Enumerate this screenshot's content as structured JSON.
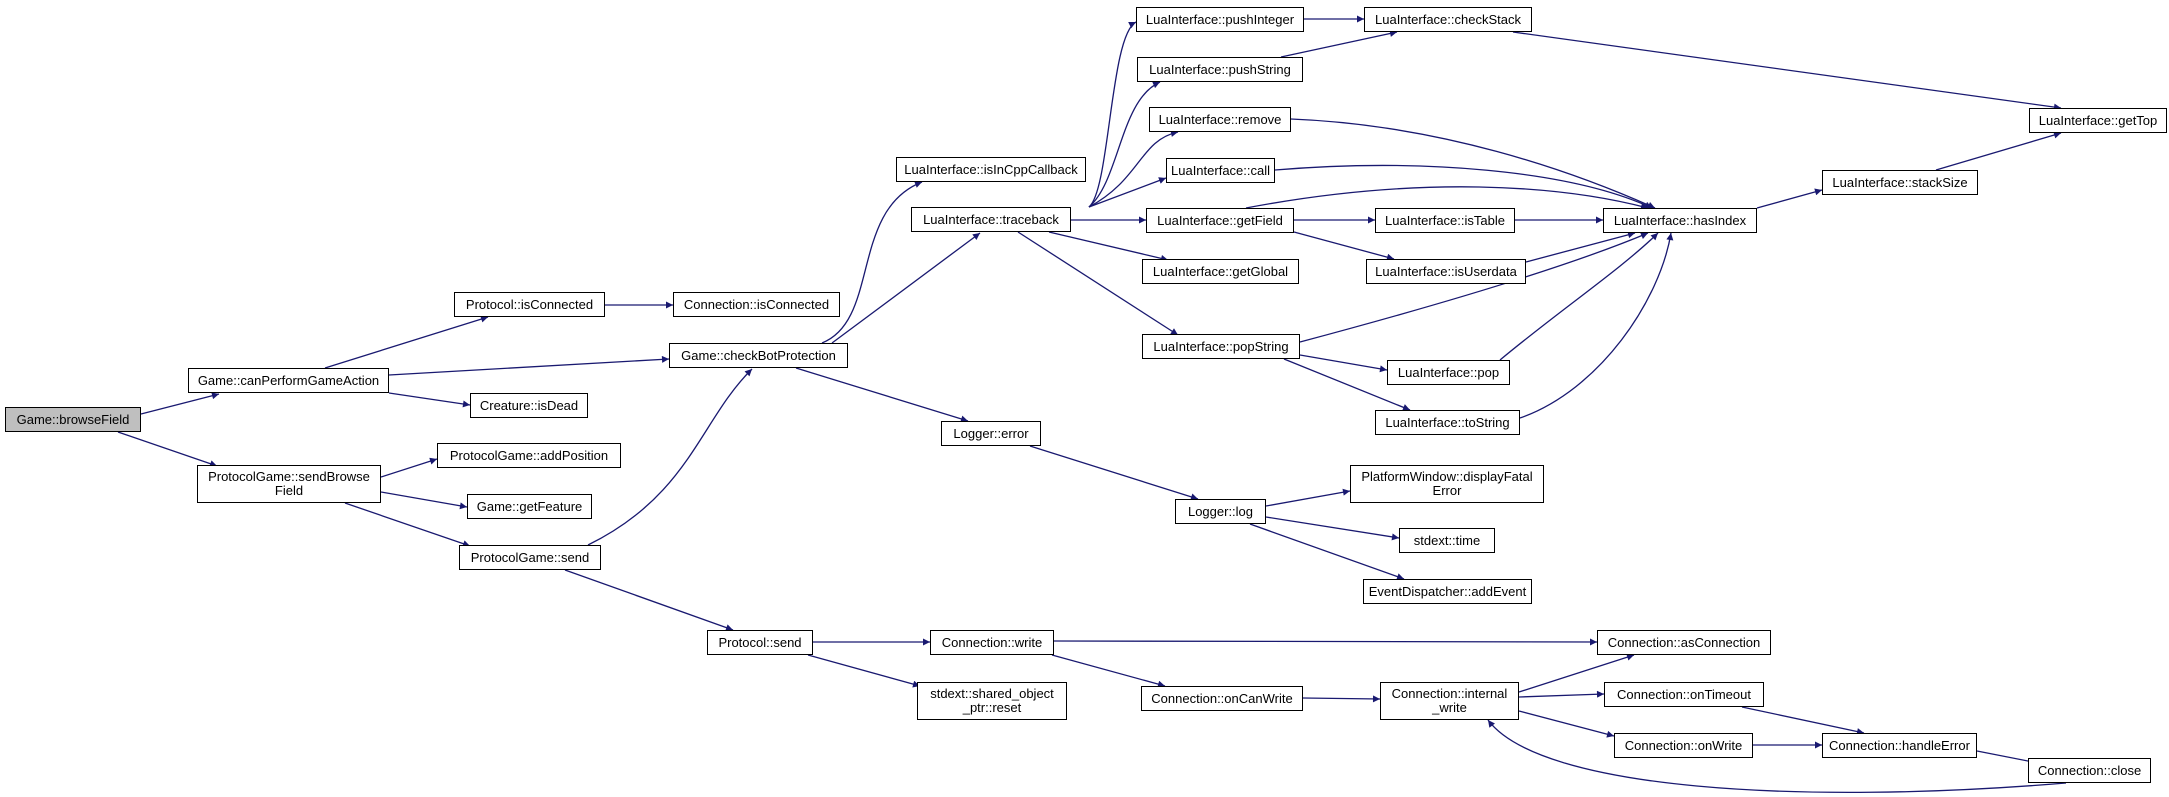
{
  "colors": {
    "edge": "#191970",
    "root_fill": "#bfbfbf",
    "node_fill": "#ffffff",
    "border": "#000000"
  },
  "nodes": {
    "browseField": "Game::browseField",
    "canPerformGameAction": "Game::canPerformGameAction",
    "protocolIsConnected": "Protocol::isConnected",
    "connectionIsConnected": "Connection::isConnected",
    "creatureIsDead": "Creature::isDead",
    "sendBrowseField": "ProtocolGame::sendBrowse\nField",
    "addPosition": "ProtocolGame::addPosition",
    "getFeature": "Game::getFeature",
    "protocolGameSend": "ProtocolGame::send",
    "checkBotProtection": "Game::checkBotProtection",
    "isInCppCallback": "LuaInterface::isInCppCallback",
    "traceback": "LuaInterface::traceback",
    "pushInteger": "LuaInterface::pushInteger",
    "pushString": "LuaInterface::pushString",
    "checkStack": "LuaInterface::checkStack",
    "remove": "LuaInterface::remove",
    "call": "LuaInterface::call",
    "getField": "LuaInterface::getField",
    "getGlobal": "LuaInterface::getGlobal",
    "popString": "LuaInterface::popString",
    "isTable": "LuaInterface::isTable",
    "isUserdata": "LuaInterface::isUserdata",
    "pop": "LuaInterface::pop",
    "toString": "LuaInterface::toString",
    "hasIndex": "LuaInterface::hasIndex",
    "stackSize": "LuaInterface::stackSize",
    "getTop": "LuaInterface::getTop",
    "loggerError": "Logger::error",
    "loggerLog": "Logger::log",
    "displayFatalError": "PlatformWindow::displayFatal\nError",
    "stdextTime": "stdext::time",
    "addEvent": "EventDispatcher::addEvent",
    "protocolSend": "Protocol::send",
    "connectionWrite": "Connection::write",
    "sharedReset": "stdext::shared_object\n_ptr::reset",
    "onCanWrite": "Connection::onCanWrite",
    "internalWrite": "Connection::internal\n_write",
    "asConnection": "Connection::asConnection",
    "onTimeout": "Connection::onTimeout",
    "onWrite": "Connection::onWrite",
    "handleError": "Connection::handleError",
    "close": "Connection::close"
  }
}
